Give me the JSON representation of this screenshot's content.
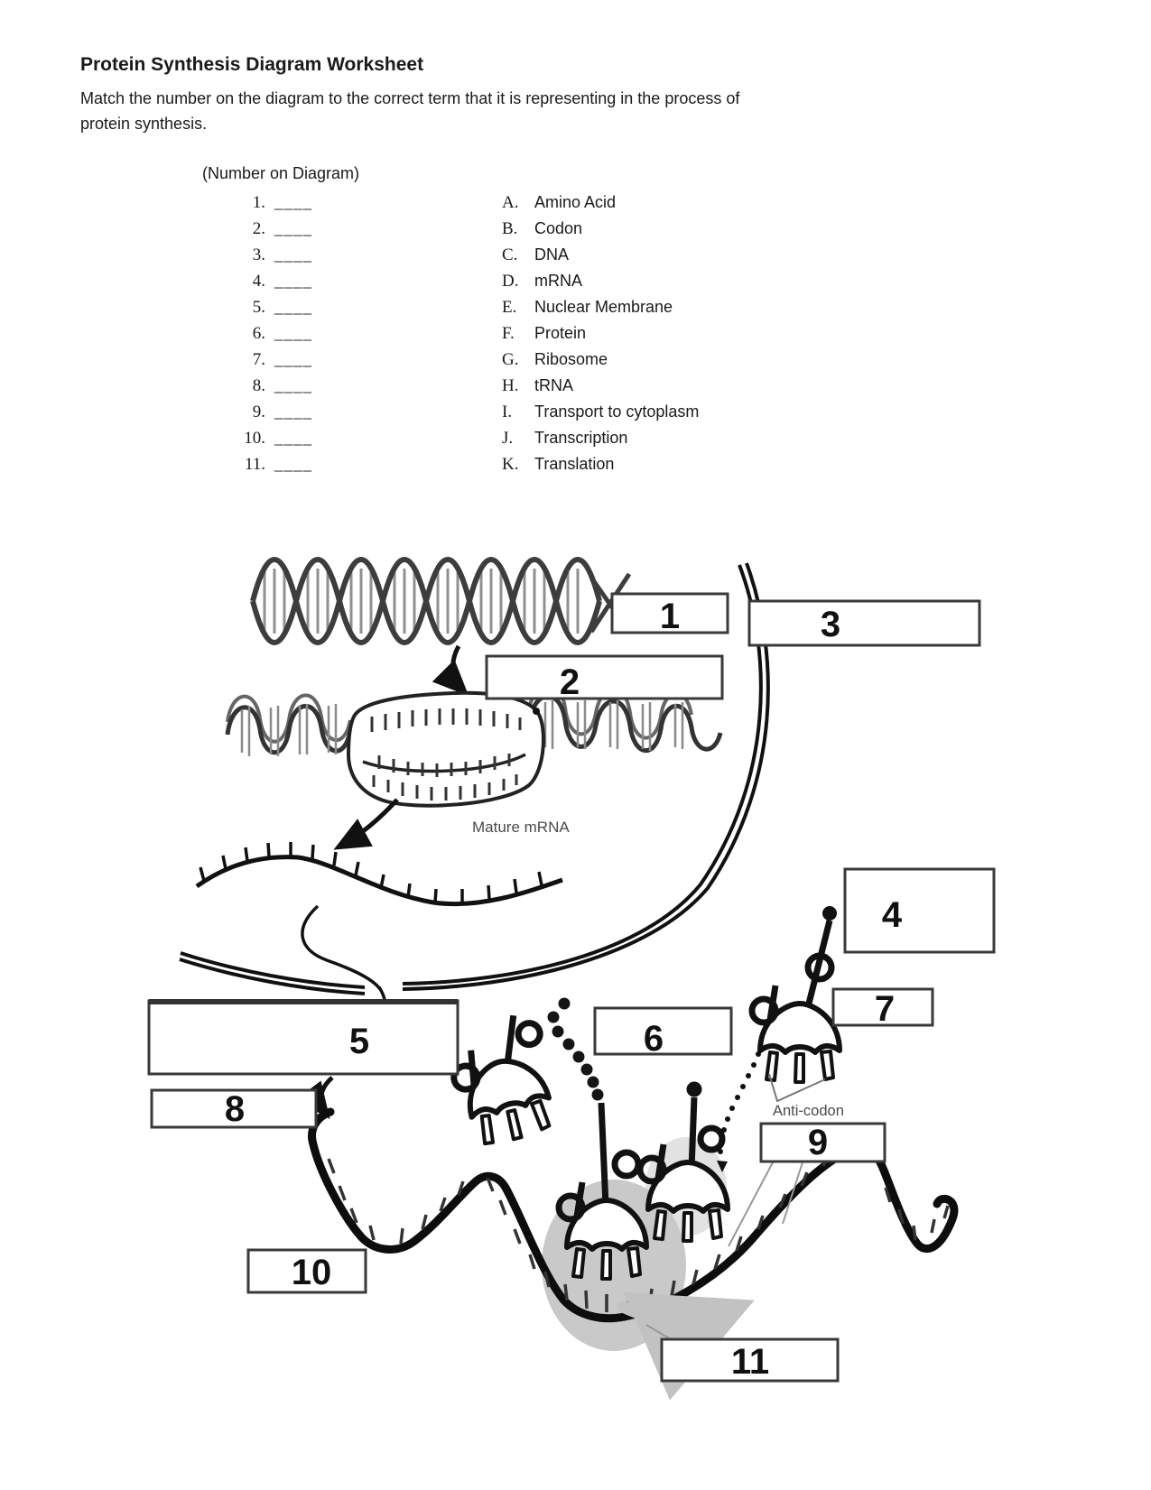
{
  "page": {
    "title": "Protein Synthesis Diagram Worksheet",
    "instructions_line1": "Match the number on the diagram to the correct term that it is representing in the process of",
    "instructions_line2": "protein synthesis."
  },
  "matching": {
    "heading": "(Number on Diagram)",
    "blank": "____",
    "numbers": [
      "1.",
      "2.",
      "3.",
      "4.",
      "5.",
      "6.",
      "7.",
      "8.",
      "9.",
      "10.",
      "11."
    ],
    "terms": [
      {
        "letter": "A.",
        "term": "Amino Acid"
      },
      {
        "letter": "B.",
        "term": "Codon"
      },
      {
        "letter": "C.",
        "term": "DNA"
      },
      {
        "letter": "D.",
        "term": "mRNA"
      },
      {
        "letter": "E.",
        "term": "Nuclear Membrane"
      },
      {
        "letter": "F.",
        "term": "Protein"
      },
      {
        "letter": "G.",
        "term": "Ribosome"
      },
      {
        "letter": "H.",
        "term": "tRNA"
      },
      {
        "letter": "I.",
        "term": "Transport to cytoplasm"
      },
      {
        "letter": "J.",
        "term": "Transcription"
      },
      {
        "letter": "K.",
        "term": "Translation"
      }
    ]
  },
  "diagram": {
    "boxes": [
      "1",
      "2",
      "3",
      "4",
      "5",
      "6",
      "7",
      "8",
      "9",
      "10",
      "11"
    ],
    "labels": {
      "mature_mrna": "Mature mRNA",
      "anti_codon": "Anti-codon"
    },
    "colors": {
      "ink": "#111111",
      "ribosome_gray": "#c9c9c9",
      "arrow_gray": "#c2c2c2"
    }
  }
}
